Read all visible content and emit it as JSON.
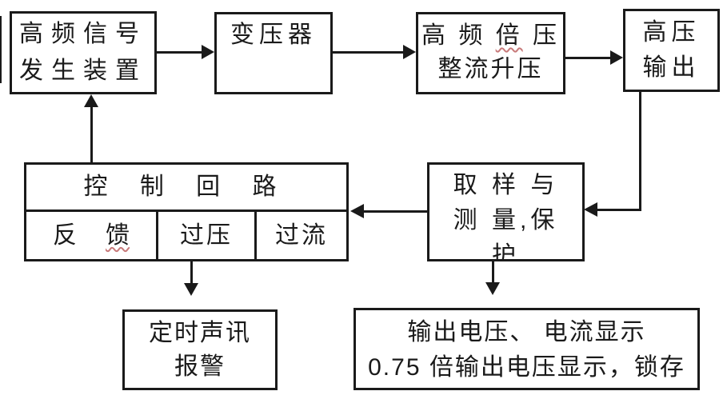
{
  "diagram": {
    "title": "high-voltage-generator-block-diagram",
    "background_color": "#ffffff",
    "line_color": "#1a1a1a",
    "squiggle_color": "#c87a7a",
    "boxes": {
      "signal_generator": {
        "line1": "高频信号",
        "line2": "发生装置"
      },
      "transformer": {
        "label": "变压器"
      },
      "hv_multiplier": {
        "line1_pre": "高 频 ",
        "line1_marked": "倍",
        "line1_post": " 压",
        "line2": "整流升压"
      },
      "hv_output": {
        "line1": "高压",
        "line2": "输出"
      },
      "control": {
        "header": "控 制 回 路",
        "cell_feedback_pre": "反",
        "cell_feedback_marked": "馈",
        "cell_overvoltage": "过压",
        "cell_overcurrent": "过流"
      },
      "sampling": {
        "line1": "取 样 与",
        "line2": "测 量,保",
        "line3": "护"
      },
      "alarm": {
        "line1": "定时声讯",
        "line2": "报警"
      },
      "display": {
        "line1": "输出电压、 电流显示",
        "line2": "0.75 倍输出电压显示，锁存"
      }
    }
  }
}
